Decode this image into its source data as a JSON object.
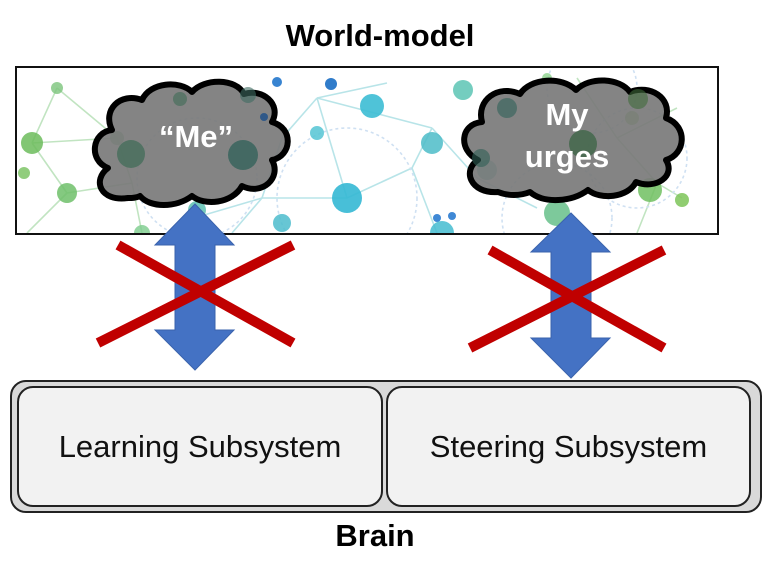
{
  "world_model": {
    "title": "World-model",
    "concepts": [
      {
        "label": "“Me”",
        "shape": "cloud-icon"
      },
      {
        "label_line1": "My",
        "label_line2": "urges",
        "shape": "cloud-icon"
      }
    ]
  },
  "connections": [
    {
      "from": "Learning Subsystem",
      "to": "“Me”",
      "direction": "bidirectional",
      "status": "crossed-out"
    },
    {
      "from": "Steering Subsystem",
      "to": "My urges",
      "direction": "bidirectional",
      "status": "crossed-out"
    }
  ],
  "brain": {
    "title": "Brain",
    "subsystems": [
      {
        "label": "Learning Subsystem"
      },
      {
        "label": "Steering Subsystem"
      }
    ]
  },
  "colors": {
    "arrow": "#4472c4",
    "cross": "#c00000",
    "cloud_fill": "#7f7f7f",
    "subsystem_fill": "#f2f2f2",
    "brain_fill": "#d9d9d9"
  }
}
